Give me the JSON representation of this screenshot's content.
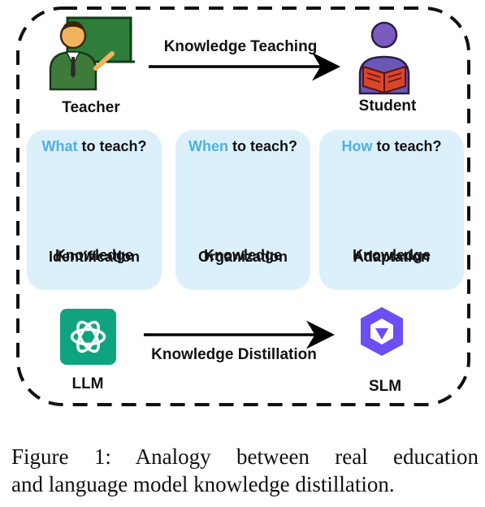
{
  "diagram": {
    "actors": {
      "teacher": "Teacher",
      "student": "Student",
      "llm": "LLM",
      "slm": "SLM"
    },
    "arrows": {
      "top": "Knowledge Teaching",
      "bottom": "Knowledge Distillation"
    },
    "columns": [
      {
        "question_accent": "What",
        "question_rest": " to teach?",
        "result_line1": "Knowledge",
        "result_line2": "Identification"
      },
      {
        "question_accent": "When",
        "question_rest": " to teach?",
        "result_line1": "Knowledge",
        "result_line2": "Organization"
      },
      {
        "question_accent": "How",
        "question_rest": " to teach?",
        "result_line1": "Knowledge",
        "result_line2": "Adaptation"
      }
    ],
    "colors": {
      "accent_text": "#4fb0e0",
      "panel_fill": "#dcf0fb",
      "llm_tile": "#10a37f",
      "slm_logo": "#6c4ef2",
      "teacher_board": "#2e7d3a",
      "student_shirt": "#6b58b5",
      "student_book": "#d9452b"
    }
  },
  "caption": {
    "line1": "Figure 1:  Analogy between real education",
    "line2": "and language model knowledge distillation."
  }
}
